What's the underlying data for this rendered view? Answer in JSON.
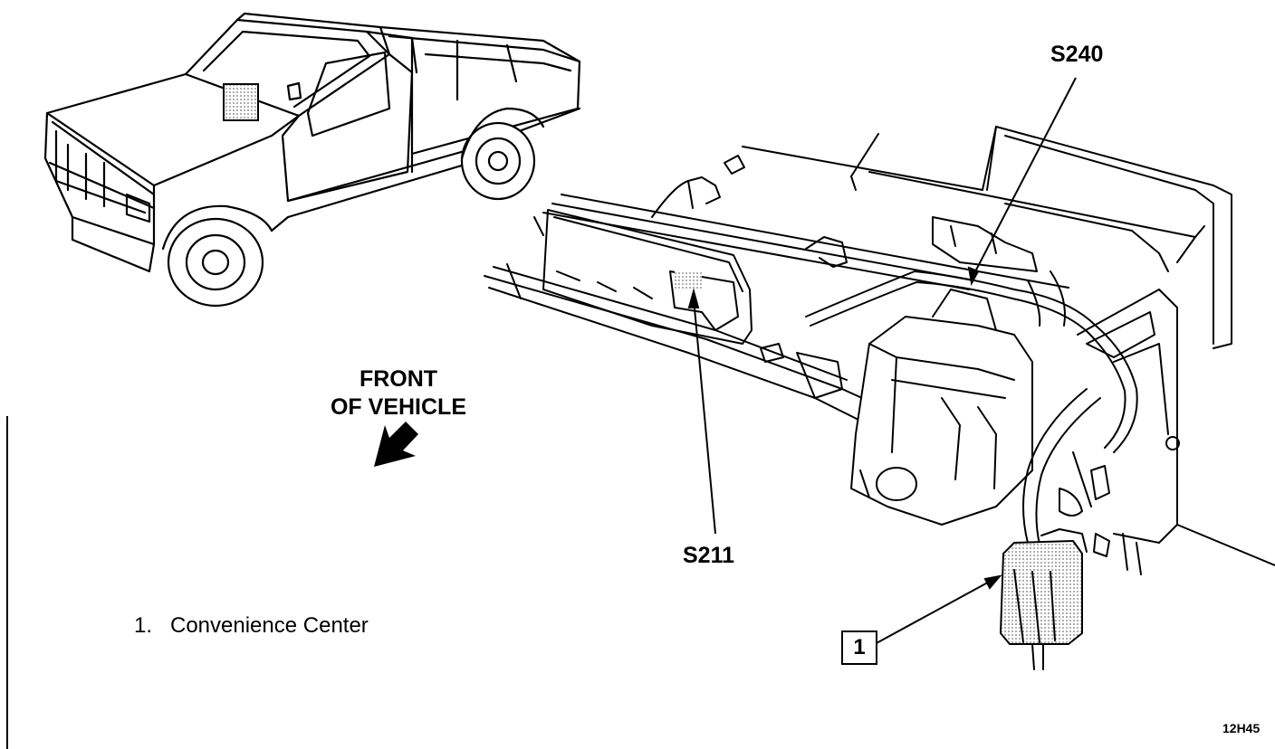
{
  "labels": {
    "front_line1": "FRONT",
    "front_line2": "OF VEHICLE",
    "splice_upper": "S240",
    "splice_lower": "S211",
    "callout_number": "1",
    "figure_id": "12H45"
  },
  "legend": {
    "items": [
      {
        "number": "1.",
        "text": "Convenience Center"
      }
    ]
  },
  "colors": {
    "ink": "#000000",
    "paper": "#ffffff",
    "shade": "#c8c8c8"
  },
  "icons": {
    "direction_arrow": "arrow-down-left-icon"
  }
}
